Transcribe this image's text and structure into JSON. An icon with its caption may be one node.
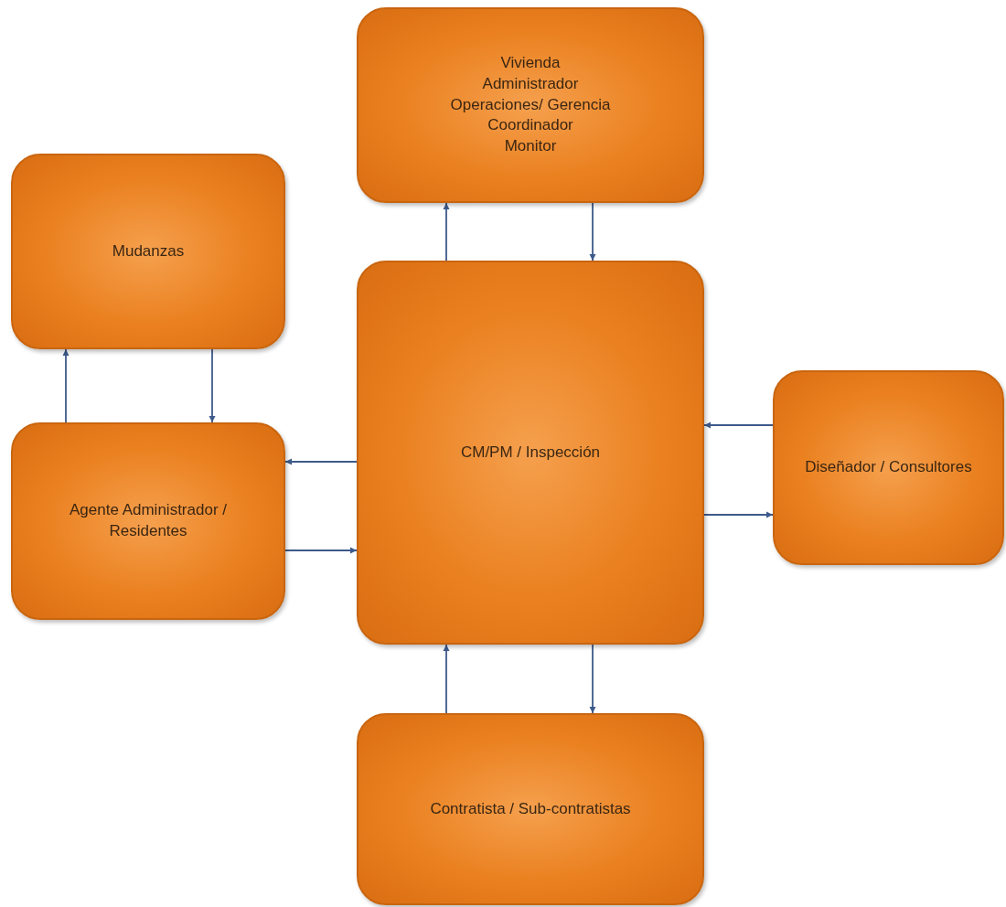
{
  "diagram": {
    "nodes": [
      {
        "text": [
          "Vivienda",
          "Administrador",
          "Operaciones/ Gerencia",
          "Coordinador",
          "Monitor"
        ]
      },
      {
        "text": [
          "Mudanzas"
        ]
      },
      {
        "text": [
          "CM/PM / Inspección"
        ]
      },
      {
        "text": [
          "Agente Administrador / Residentes"
        ]
      },
      {
        "text": [
          "Diseñador / Consultores"
        ]
      },
      {
        "text": [
          "Contratista / Sub-contratistas"
        ]
      }
    ],
    "edges": [
      {
        "from": 2,
        "to": 0,
        "arrow": "to"
      },
      {
        "from": 0,
        "to": 2,
        "arrow": "to"
      },
      {
        "from": 3,
        "to": 1,
        "arrow": "to"
      },
      {
        "from": 1,
        "to": 3,
        "arrow": "to"
      },
      {
        "from": 2,
        "to": 3,
        "arrow": "to"
      },
      {
        "from": 3,
        "to": 2,
        "arrow": "to"
      },
      {
        "from": 4,
        "to": 2,
        "arrow": "to"
      },
      {
        "from": 2,
        "to": 4,
        "arrow": "to"
      },
      {
        "from": 5,
        "to": 2,
        "arrow": "to"
      },
      {
        "from": 2,
        "to": 5,
        "arrow": "to"
      }
    ]
  }
}
